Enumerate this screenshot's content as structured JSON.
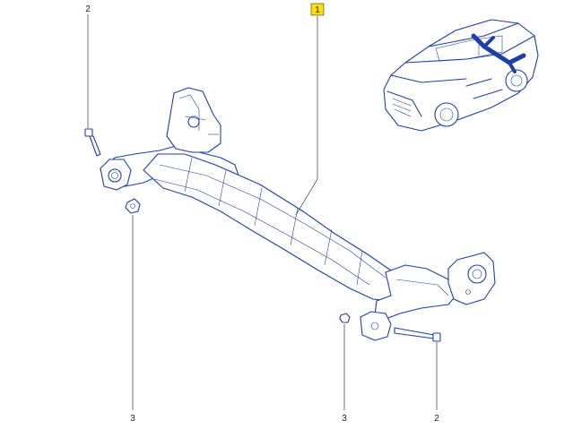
{
  "callouts": [
    {
      "id": "1",
      "label": "1",
      "highlight": true
    },
    {
      "id": "2a",
      "label": "2",
      "highlight": false
    },
    {
      "id": "2b",
      "label": "2",
      "highlight": false
    },
    {
      "id": "3a",
      "label": "3",
      "highlight": false
    },
    {
      "id": "3b",
      "label": "3",
      "highlight": false
    }
  ],
  "colors": {
    "line_art": "#1f3fa8",
    "highlight": "#ffe000",
    "leader": "#333333"
  }
}
